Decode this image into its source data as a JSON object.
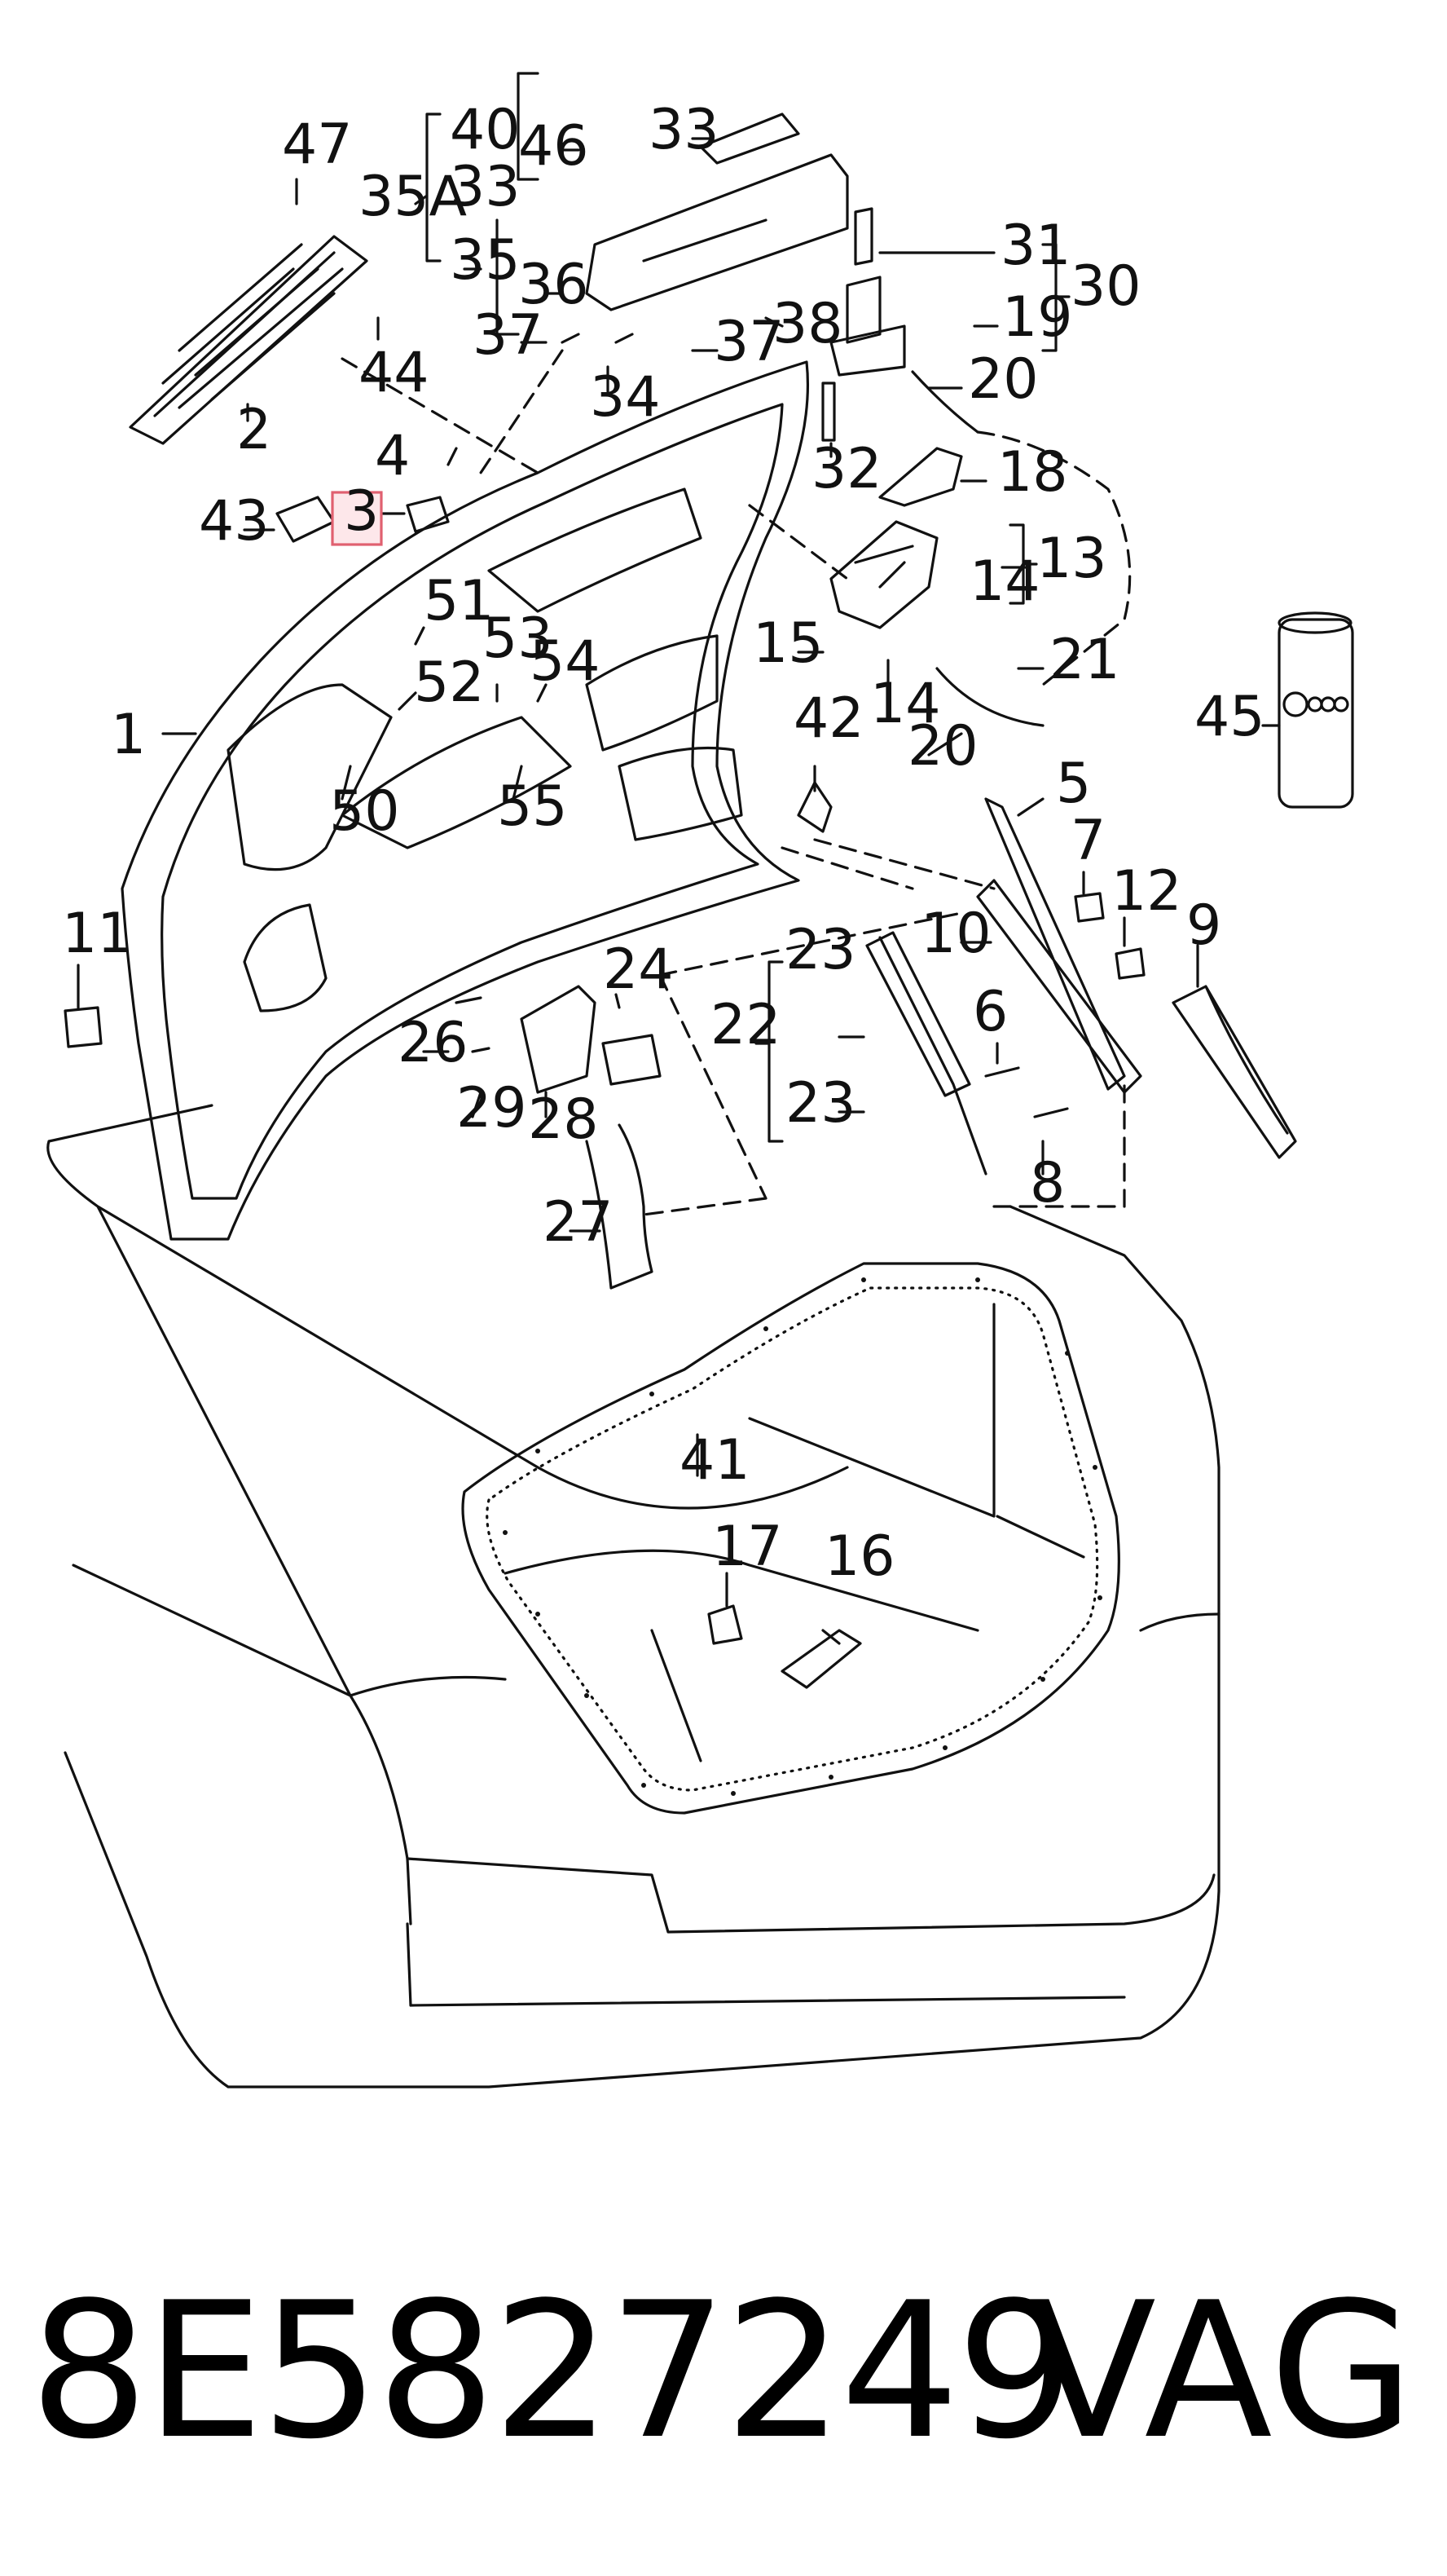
{
  "diagram": {
    "part_labels": [
      "1",
      "2",
      "3",
      "4",
      "5",
      "6",
      "7",
      "8",
      "9",
      "10",
      "11",
      "12",
      "13",
      "14",
      "14",
      "15",
      "16",
      "17",
      "18",
      "19",
      "20",
      "20",
      "21",
      "22",
      "23",
      "23",
      "24",
      "26",
      "27",
      "28",
      "29",
      "30",
      "31",
      "32",
      "33",
      "33",
      "34",
      "35",
      "35A",
      "36",
      "37",
      "37",
      "38",
      "40",
      "41",
      "42",
      "43",
      "44",
      "45",
      "46",
      "47",
      "50",
      "51",
      "52",
      "53",
      "54",
      "55"
    ],
    "highlighted_label": "3",
    "highlight_color": "#e06070",
    "line_color": "#111111"
  },
  "footer": {
    "part_number": "8E5827249",
    "brand": "VAG"
  }
}
